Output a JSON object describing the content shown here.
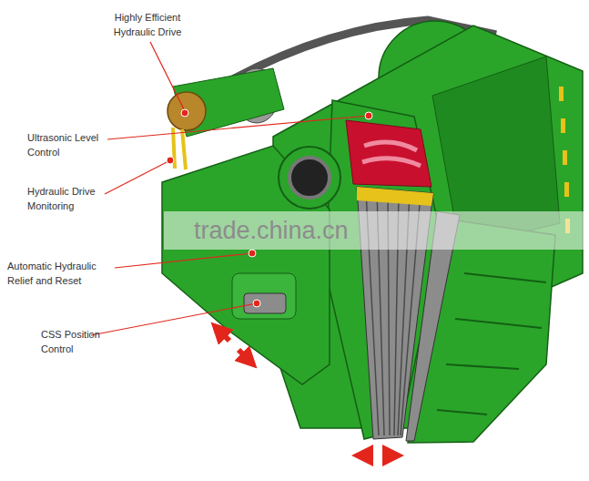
{
  "diagram": {
    "labels": [
      "Highly Efficient Hydraulic Drive",
      "Ultrasonic Level Control",
      "Hydraulic Drive Monitoring",
      "Automatic Hydraulic Relief and Reset",
      "CSS Position Control",
      "trade.china.cn"
    ]
  }
}
